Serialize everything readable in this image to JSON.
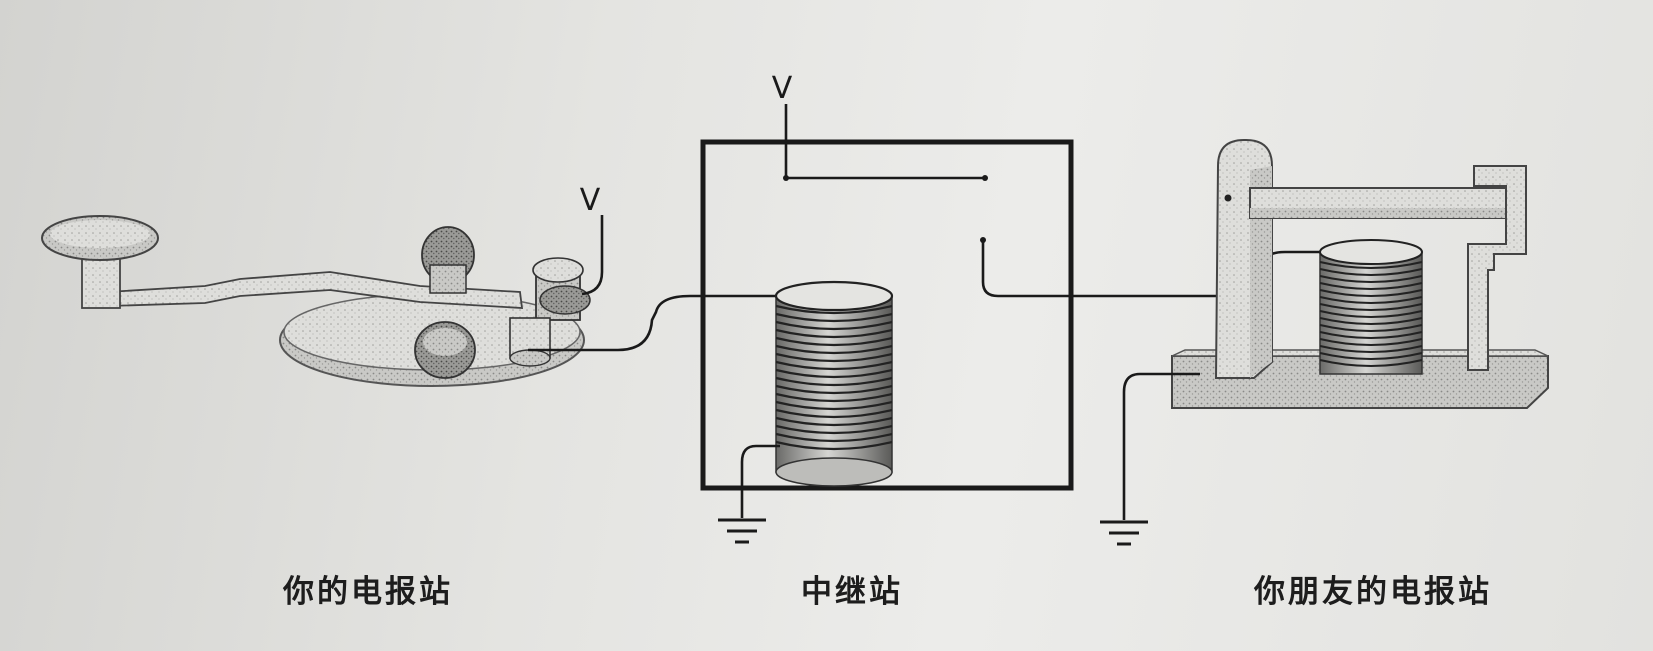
{
  "labels": {
    "your_station": "你的电报站",
    "relay_station": "中继站",
    "friend_station": "你朋友的电报站",
    "voltage_key": "V",
    "voltage_relay": "V"
  },
  "colors": {
    "wire": "#1a1a1a",
    "paper": "#e6e6e3",
    "coil": "#2a2a2a"
  }
}
